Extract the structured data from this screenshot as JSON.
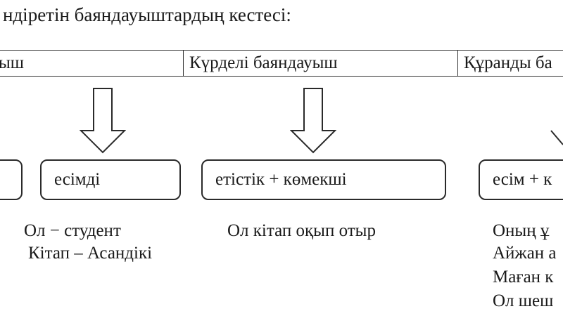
{
  "heading": "ндіретін баяндауыштардың кестесі:",
  "header": {
    "cells": [
      {
        "label": "ыш"
      },
      {
        "label": "Күрделі баяндауыш"
      },
      {
        "label": "Құранды ба"
      }
    ]
  },
  "boxes": [
    {
      "label": ""
    },
    {
      "label": "есімді"
    },
    {
      "label": "етістік + көмекші"
    },
    {
      "label": "есім + к"
    }
  ],
  "examples": {
    "nominal": [
      "Ол − студент",
      "Кітап – Асандікі"
    ],
    "verbal": [
      "Ол кітап оқып отыр"
    ],
    "compound": [
      "Оның ұ",
      "Айжан а",
      "Маған к",
      "Ол шеш"
    ]
  }
}
